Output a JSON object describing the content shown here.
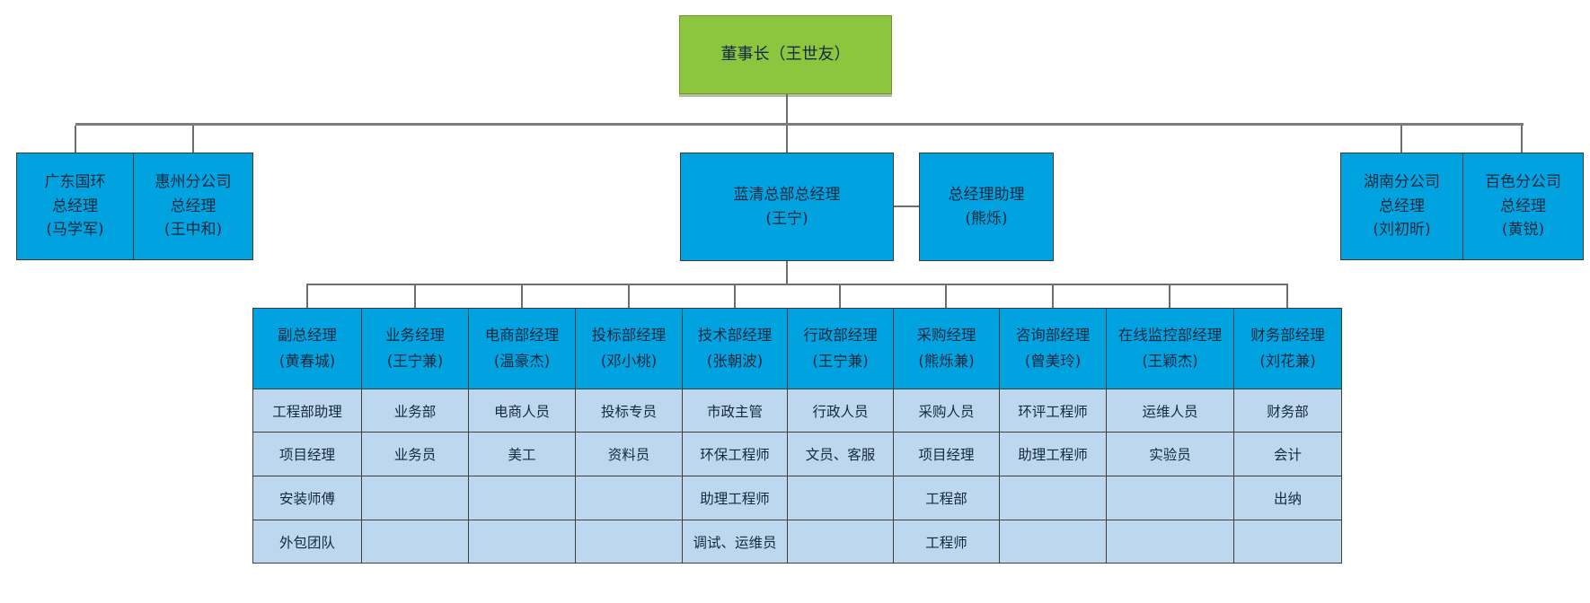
{
  "org_chart": {
    "chairman": "董事长（王世友）",
    "executives": [
      {
        "id": "guangdong-guohuan",
        "text": "广东国环\n总经理\n(马学军)"
      },
      {
        "id": "huizhou-branch",
        "text": "惠州分公司\n总经理\n(王中和)"
      },
      {
        "id": "lanqing-hq",
        "text": "蓝清总部总经理\n(王宁)"
      },
      {
        "id": "gm-assistant",
        "text": "总经理助理\n(熊烁)"
      },
      {
        "id": "hunan-branch",
        "text": "湖南分公司\n总经理\n(刘初昕)"
      },
      {
        "id": "baise-branch",
        "text": "百色分公司\n总经理\n(黄锐)"
      }
    ],
    "departments": [
      {
        "header": "副总经理\n(黄春城)",
        "staff": [
          "工程部助理",
          "项目经理",
          "安装师傅",
          "外包团队"
        ]
      },
      {
        "header": "业务经理\n(王宁兼)",
        "staff": [
          "业务部",
          "业务员",
          "",
          ""
        ]
      },
      {
        "header": "电商部经理\n(温豪杰)",
        "staff": [
          "电商人员",
          "美工",
          "",
          ""
        ]
      },
      {
        "header": "投标部经理\n(邓小桃)",
        "staff": [
          "投标专员",
          "资料员",
          "",
          ""
        ]
      },
      {
        "header": "技术部经理\n(张朝波)",
        "staff": [
          "市政主管",
          "环保工程师",
          "助理工程师",
          "调试、运维员"
        ]
      },
      {
        "header": "行政部经理\n(王宁兼)",
        "staff": [
          "行政人员",
          "文员、客服",
          "",
          ""
        ]
      },
      {
        "header": "采购经理\n(熊烁兼)",
        "staff": [
          "采购人员",
          "项目经理",
          "工程部",
          "工程师"
        ]
      },
      {
        "header": "咨询部经理\n(曾美玲)",
        "staff": [
          "环评工程师",
          "助理工程师",
          "",
          ""
        ]
      },
      {
        "header": "在线监控部经理\n(王颖杰)",
        "staff": [
          "运维人员",
          "实验员",
          "",
          ""
        ]
      },
      {
        "header": "财务部经理\n(刘花兼)",
        "staff": [
          "财务部",
          "会计",
          "出纳",
          ""
        ]
      }
    ],
    "colors": {
      "chairman_fill": "#8CC63F",
      "manager_fill": "#00A2E0",
      "staff_fill": "#BDD7EE",
      "connector": "#6e6e6e",
      "text": "#16283c"
    }
  }
}
